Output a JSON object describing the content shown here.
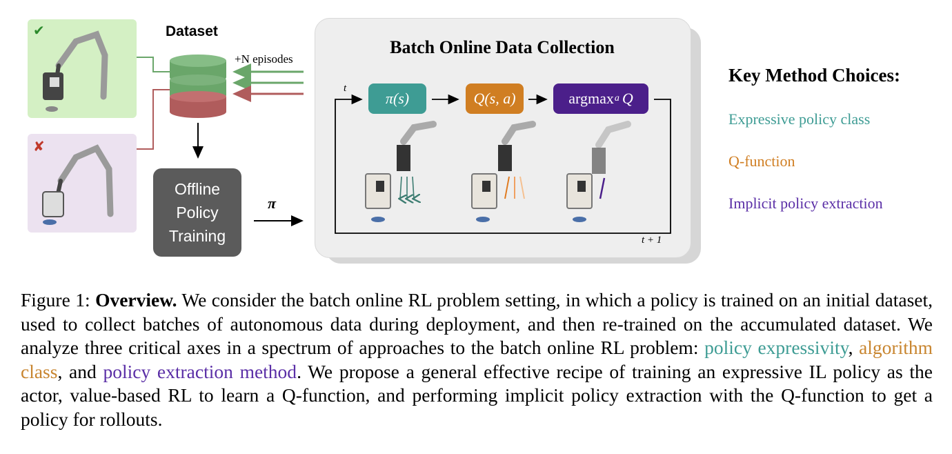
{
  "figure": {
    "dataset_title": "Dataset",
    "episodes_label": "+N episodes",
    "offline_training": [
      "Offline",
      "Policy",
      "Training"
    ],
    "pi_label": "π",
    "success_mark": "✔",
    "failure_mark": "✘",
    "batch_title": "Batch Online Data Collection",
    "nodes": {
      "policy": "π(s)",
      "qfunction": "Q(s, a)",
      "argmax": "argmax",
      "argmax_sub": "a",
      "argmax_q": "Q"
    },
    "t_label": "t",
    "t_plus_one_label": "t + 1"
  },
  "key_choices": {
    "title": "Key Method Choices:",
    "items": [
      "Expressive policy class",
      "Q-function",
      "Implicit policy extraction"
    ]
  },
  "caption": {
    "label": "Figure 1: ",
    "bold": "Overview.",
    "text1": " We consider the batch online RL problem setting, in which a policy is trained on an initial dataset, used to collect batches of autonomous data during deployment, and then re-trained on the accumulated dataset. We analyze three critical axes in a spectrum of approaches to the batch online RL problem: ",
    "hl1": "policy expressivity",
    "text2": ", ",
    "hl2": "algorithm class",
    "text3": ", and ",
    "hl3": "policy extraction method",
    "text4": ". We propose a general effective recipe of training an expressive IL policy as the actor, value-based RL to learn a Q-function, and performing implicit policy extraction with the Q-function to get a policy for rollouts."
  },
  "colors": {
    "teal": "#3e9c94",
    "orange": "#d07e22",
    "purple": "#4b1f8a",
    "success_panel": "#d4f0c4",
    "failure_panel": "#ece2f0",
    "dataset_green": "#6aa66a",
    "dataset_red": "#b05c5c"
  }
}
